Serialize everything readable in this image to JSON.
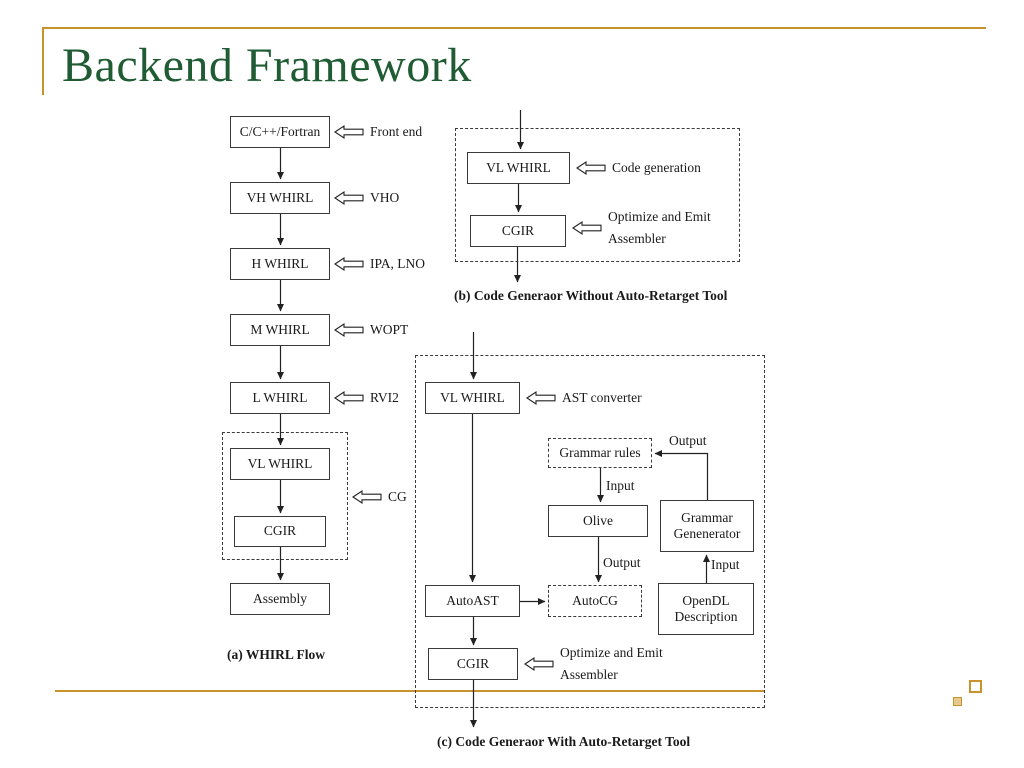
{
  "slide": {
    "title": "Backend Framework",
    "title_color": "#1F5B33",
    "accent_color": "#C9932B"
  },
  "flow_a": {
    "caption": "(a) WHIRL Flow",
    "boxes": {
      "src": "C/C++/Fortran",
      "vh_whirl": "VH WHIRL",
      "h_whirl": "H WHIRL",
      "m_whirl": "M WHIRL",
      "l_whirl": "L WHIRL",
      "vl_whirl": "VL WHIRL",
      "cgir": "CGIR",
      "assembly": "Assembly"
    },
    "labels": {
      "front_end": "Front end",
      "vho": "VHO",
      "ipa_lno": "IPA, LNO",
      "wopt": "WOPT",
      "rvi2": "RVI2",
      "cg": "CG"
    }
  },
  "flow_b": {
    "caption": "(b) Code Generaor Without Auto-Retarget Tool",
    "boxes": {
      "vl_whirl": "VL WHIRL",
      "cgir": "CGIR"
    },
    "labels": {
      "code_generation": "Code generation",
      "optimize_line1": "Optimize and Emit",
      "optimize_line2": "Assembler"
    }
  },
  "flow_c": {
    "caption": "(c) Code Generaor With Auto-Retarget Tool",
    "boxes": {
      "vl_whirl": "VL WHIRL",
      "grammar_rules": "Grammar rules",
      "olive": "Olive",
      "grammar_generator_line1": "Grammar",
      "grammar_generator_line2": "Genenerator",
      "auto_ast": "AutoAST",
      "auto_cg": "AutoCG",
      "opendl_line1": "OpenDL",
      "opendl_line2": "Description",
      "cgir": "CGIR"
    },
    "labels": {
      "ast_converter": "AST converter",
      "output_top": "Output",
      "input_top": "Input",
      "output_mid": "Output",
      "input_bottom": "Input",
      "optimize_line1": "Optimize and Emit",
      "optimize_line2": "Assembler"
    }
  }
}
